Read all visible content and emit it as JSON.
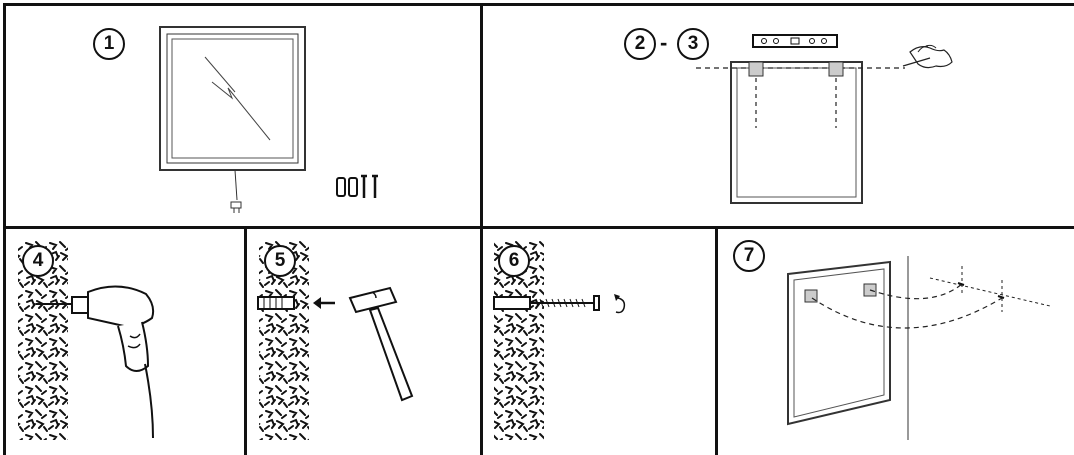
{
  "steps": {
    "s1": "1",
    "s2": "2",
    "separator": "-",
    "s3": "3",
    "s4": "4",
    "s5": "5",
    "s6": "6",
    "s7": "7"
  },
  "level_tool": {
    "glyphs": "o o ▣ o o"
  }
}
